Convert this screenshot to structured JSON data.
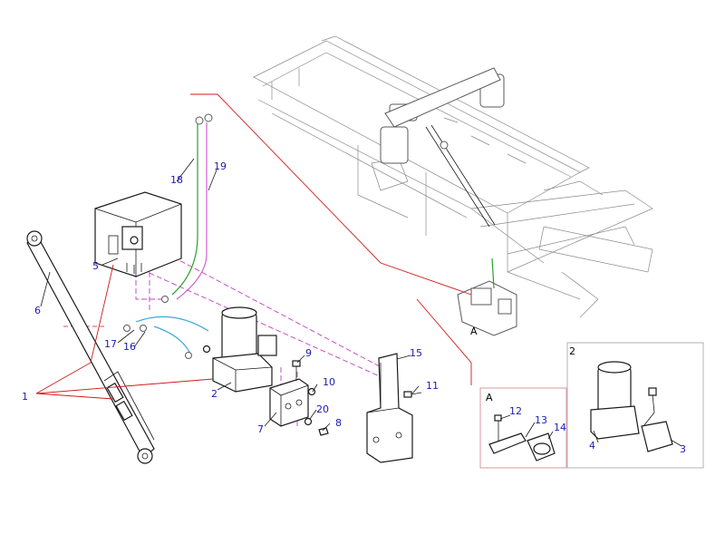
{
  "callouts": {
    "c1": "1",
    "c2": "2",
    "c3": "3",
    "c4": "4",
    "c5": "5",
    "c6": "6",
    "c7": "7",
    "c8": "8",
    "c9": "9",
    "c10": "10",
    "c11": "11",
    "c12": "12",
    "c13": "13",
    "c14": "14",
    "c15": "15",
    "c16": "16",
    "c17": "17",
    "c18": "18",
    "c19": "19",
    "c20": "20"
  },
  "detail_labels": {
    "view_a": "A",
    "detail_a": "A",
    "detail_2": "2"
  },
  "colors": {
    "callout_text": "#1a1ab8",
    "leader_red": "#d01a1a",
    "dash_pink": "#c040c0",
    "hose_green": "#2aa02a",
    "hose_pink": "#d060d0",
    "hose_cyan": "#40a8d8"
  }
}
